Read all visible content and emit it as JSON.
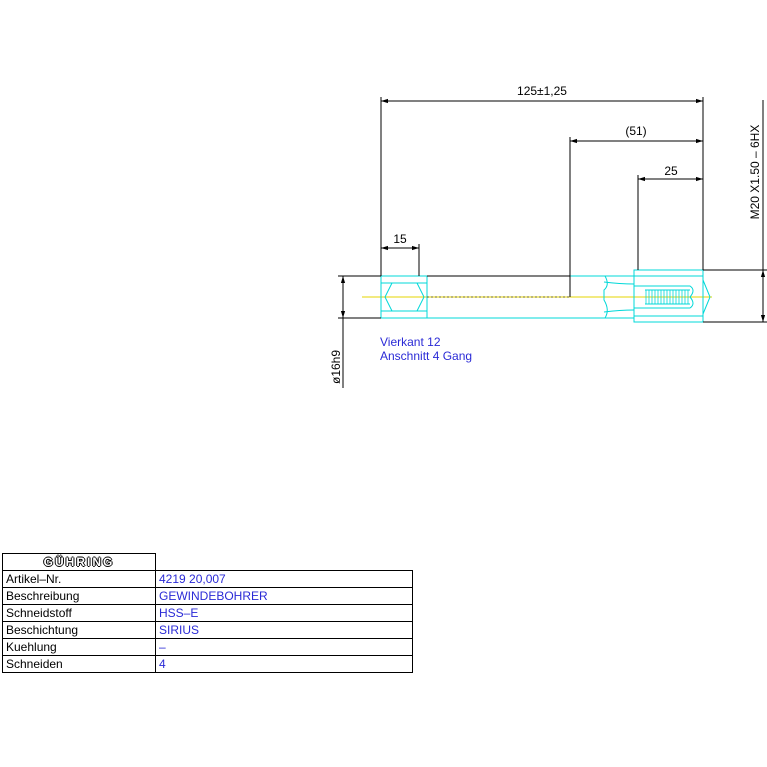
{
  "drawing": {
    "dimensions": {
      "overall_length": "125±1,25",
      "shank_length": "(51)",
      "thread_length": "25",
      "square_length": "15",
      "shank_diameter": "ø16h9",
      "thread_size": "M20  X1.50 – 6HX"
    },
    "notes": {
      "line1": "Vierkant 12",
      "line2": "Anschnitt 4 Gang"
    },
    "colors": {
      "outline": "#00d8d8",
      "dimension": "#000000",
      "note_text": "#2a2ad6",
      "axis": "#e6d400"
    }
  },
  "table": {
    "brand": "GÜHRING",
    "rows": [
      {
        "label": "Artikel–Nr.",
        "value": "4219 20,007"
      },
      {
        "label": "Beschreibung",
        "value": "GEWINDEBOHRER"
      },
      {
        "label": "Schneidstoff",
        "value": "HSS–E"
      },
      {
        "label": "Beschichtung",
        "value": "SIRIUS"
      },
      {
        "label": "Kuehlung",
        "value": "–"
      },
      {
        "label": "Schneiden",
        "value": "4"
      }
    ]
  }
}
